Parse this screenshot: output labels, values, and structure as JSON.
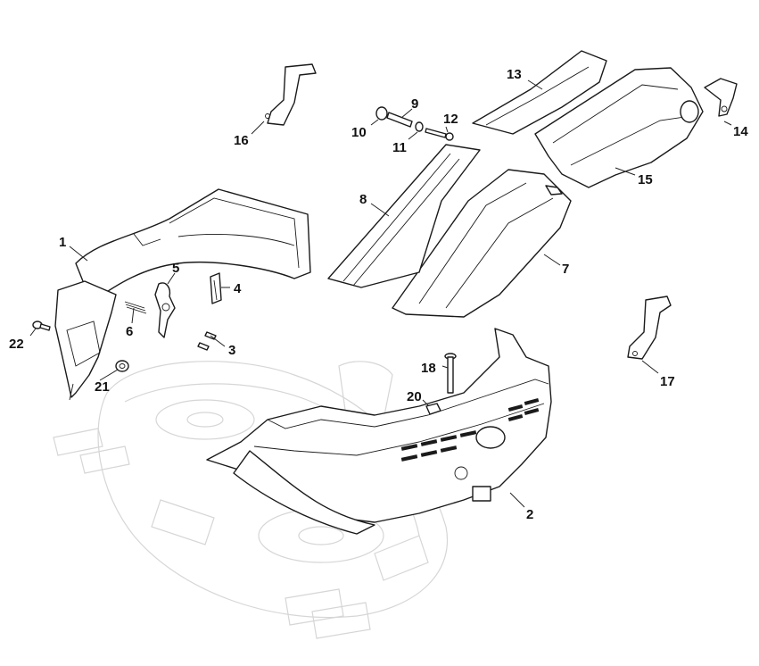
{
  "callouts": [
    {
      "id": "1",
      "label": "1"
    },
    {
      "id": "2",
      "label": "2"
    },
    {
      "id": "3",
      "label": "3"
    },
    {
      "id": "4",
      "label": "4"
    },
    {
      "id": "5",
      "label": "5"
    },
    {
      "id": "6",
      "label": "6"
    },
    {
      "id": "7",
      "label": "7"
    },
    {
      "id": "8",
      "label": "8"
    },
    {
      "id": "9",
      "label": "9"
    },
    {
      "id": "10",
      "label": "10"
    },
    {
      "id": "11",
      "label": "11"
    },
    {
      "id": "12",
      "label": "12"
    },
    {
      "id": "13",
      "label": "13"
    },
    {
      "id": "14",
      "label": "14"
    },
    {
      "id": "15",
      "label": "15"
    },
    {
      "id": "16",
      "label": "16"
    },
    {
      "id": "17",
      "label": "17"
    },
    {
      "id": "18",
      "label": "18"
    },
    {
      "id": "20",
      "label": "20"
    },
    {
      "id": "21",
      "label": "21"
    },
    {
      "id": "22",
      "label": "22"
    }
  ],
  "colors": {
    "line": "#1a1a1a",
    "ghost": "#d6d6d6",
    "background": "#ffffff"
  }
}
